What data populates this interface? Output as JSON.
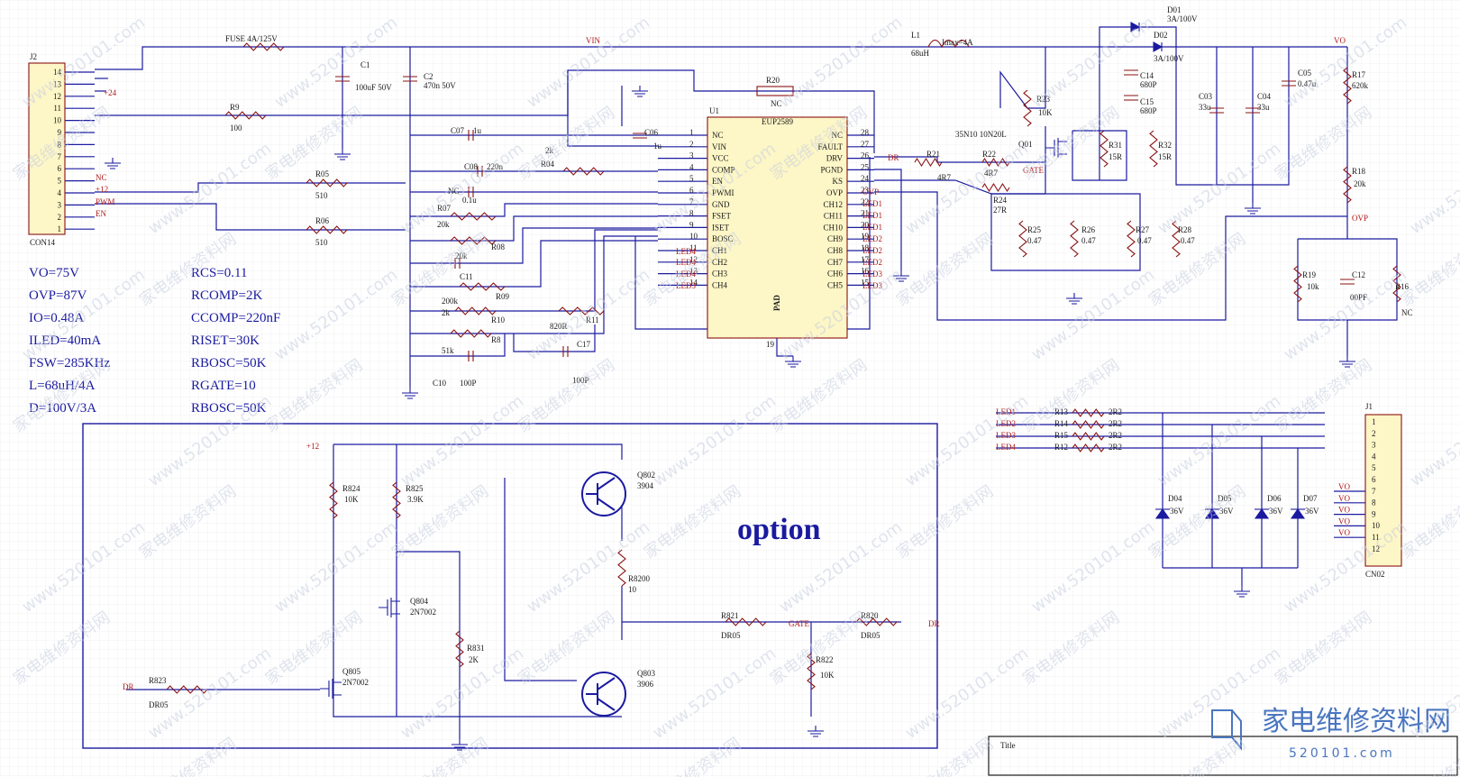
{
  "watermarks": [
    "www.520101.com",
    "家电维修资料网"
  ],
  "logo": {
    "text_cn": "家电维修资料网",
    "url": "520101.com"
  },
  "title_block": {
    "label": "Title"
  },
  "specs_left": [
    "VO=75V",
    "OVP=87V",
    "IO=0.48A",
    "ILED=40mA",
    "FSW=285KHz",
    "L=68uH/4A",
    "D=100V/3A"
  ],
  "specs_right": [
    "RCS=0.11",
    "RCOMP=2K",
    "CCOMP=220nF",
    "RISET=30K",
    "RBOSC=50K",
    "RGATE=10",
    "RBOSC=50K"
  ],
  "option_label": "option",
  "ic": {
    "ref": "U1",
    "part": "EUP2589",
    "pad": "PAD",
    "pad_pin": "19",
    "left_pins": [
      [
        "1",
        "NC"
      ],
      [
        "2",
        "VIN"
      ],
      [
        "3",
        "VCC"
      ],
      [
        "4",
        "COMP"
      ],
      [
        "5",
        "EN"
      ],
      [
        "6",
        "PWMI"
      ],
      [
        "7",
        "GND"
      ],
      [
        "8",
        "FSET"
      ],
      [
        "9",
        "ISET"
      ],
      [
        "10",
        "BOSC"
      ],
      [
        "11",
        "CH1"
      ],
      [
        "12",
        "CH2"
      ],
      [
        "13",
        "CH3"
      ],
      [
        "14",
        "CH4"
      ]
    ],
    "right_pins": [
      [
        "28",
        "NC"
      ],
      [
        "27",
        "FAULT"
      ],
      [
        "26",
        "DRV"
      ],
      [
        "25",
        "PGND"
      ],
      [
        "24",
        "KS"
      ],
      [
        "23",
        "OVP"
      ],
      [
        "22",
        "CH12"
      ],
      [
        "21",
        "CH11"
      ],
      [
        "20",
        "CH10"
      ],
      [
        "19",
        "CH9"
      ],
      [
        "18",
        "CH8"
      ],
      [
        "17",
        "CH7"
      ],
      [
        "16",
        "CH6"
      ],
      [
        "15",
        "CH5"
      ]
    ]
  },
  "connector_j2": {
    "ref": "J2",
    "part": "CON14",
    "pins": [
      "14",
      "13",
      "12",
      "11",
      "10",
      "9",
      "8",
      "7",
      "6",
      "5",
      "4",
      "3",
      "2",
      "1"
    ],
    "nets": {
      "p12": "+24",
      "p5": "NC",
      "p4": "+12",
      "p3": "PWM",
      "p2": "EN"
    }
  },
  "connector_j1": {
    "ref": "J1",
    "part": "CN02",
    "pins": [
      "1",
      "2",
      "3",
      "4",
      "5",
      "6",
      "7",
      "8",
      "9",
      "10",
      "11",
      "12"
    ],
    "nets": [
      "VO",
      "VO",
      "VO",
      "VO",
      "VO"
    ]
  },
  "nets": {
    "vin": "VIN",
    "vo": "VO",
    "ovp": "OVP",
    "gate": "GATE",
    "dr": "DR",
    "led1": "LED1",
    "led2": "LED2",
    "led3": "LED3",
    "led4": "LED4",
    "p12v": "+12"
  },
  "parts": {
    "fuse": "FUSE 4A/125V",
    "l1": "L1",
    "l1_val": "68uH",
    "imax": "Imax=4A",
    "c1": "C1",
    "c1_val": "100uF 50V",
    "c2": "C2",
    "c2_val": "470n 50V",
    "r9": "R9",
    "r9_val": "100",
    "r20": "R20",
    "r20_val": "NC",
    "c06": "C06",
    "c06_val": "1u",
    "c07": "C07",
    "c07_val": "1u",
    "c08": "C08",
    "c08_val": "220n",
    "r04": "R04",
    "r04_val": "2k",
    "nc1": "NC",
    "c09_val": "0.1u",
    "r05": "R05",
    "r05_val": "510",
    "r06": "R06",
    "r06_val": "510",
    "r07": "R07",
    "r07_val": "20k",
    "r08": "R08",
    "r08_val": "20k",
    "c11": "C11",
    "r09": "R09",
    "r09_val": "200k",
    "r10": "R10",
    "r10_val": "2k",
    "r11": "R11",
    "r11_val": "820R",
    "r_x": "R8",
    "r_x_val": "51k",
    "c10": "C10",
    "c10_val": "100P",
    "c17": "C17",
    "c17_val": "100P",
    "d01": "D01",
    "d01_val": "3A/100V",
    "d02": "D02",
    "d02_val": "3A/100V",
    "c14": "C14",
    "c14_val": "680P",
    "c15": "C15",
    "c15_val": "680P",
    "c03": "C03",
    "c03_val": "33u",
    "c04": "C04",
    "c04_val": "33u",
    "c05": "C05",
    "c05_val": "0.47u",
    "r17": "R17",
    "r17_val": "620k",
    "r18": "R18",
    "r18_val": "20k",
    "r19": "R19",
    "r19_val": "10k",
    "c12": "C12",
    "c12_val": "00PF",
    "r16": "R16",
    "r16_val": "NC",
    "r21": "R21",
    "r21_val": "4R7",
    "r22": "R22",
    "r22_val": "4R7",
    "r24": "R24",
    "r24_val": "27R",
    "r23": "R23",
    "r23_val": "10K",
    "q01": "Q01",
    "q01_val": "35N10 10N20L",
    "r31": "R31",
    "r31_val": "15R",
    "r32": "R32",
    "r32_val": "15R",
    "r25": "R25",
    "r25_val": "0.47",
    "r26": "R26",
    "r26_val": "0.47",
    "r27": "R27",
    "r27_val": "0.47",
    "r28": "R28",
    "r28_val": "0.47",
    "r13": "R13",
    "r14": "R14",
    "r15": "R15",
    "r12": "R12",
    "rled_val": "2R2",
    "d04": "D04",
    "d05": "D05",
    "d06": "D06",
    "d07": "D07",
    "dz_val": "36V"
  },
  "option_parts": {
    "r824": "R824",
    "r824_val": "10K",
    "r825": "R825",
    "r825_val": "3.9K",
    "q802": "Q802",
    "q802_val": "3904",
    "q803": "Q803",
    "q803_val": "3906",
    "q804": "Q804",
    "q804_val": "2N7002",
    "q805": "Q805",
    "q805_val": "2N7002",
    "r8200": "R8200",
    "r8200_val": "10",
    "r821": "R821",
    "r821_val": "DR05",
    "r820": "R820",
    "r820_val": "DR05",
    "r822": "R822",
    "r822_val": "10K",
    "r831": "R831",
    "r831_val": "2K",
    "r823": "R823",
    "r823_val": "DR05"
  },
  "colors": {
    "wire": "#1a1aa0",
    "part": "#8a1010",
    "grid": "#e4e4e4"
  }
}
